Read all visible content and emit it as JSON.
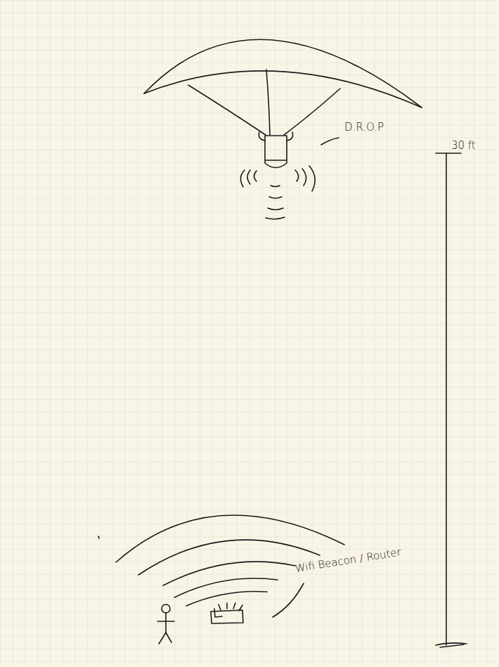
{
  "diagram": {
    "labels": [
      "D.R.O.P",
      "30 ft",
      "Wifi Beacon / Router"
    ]
  }
}
